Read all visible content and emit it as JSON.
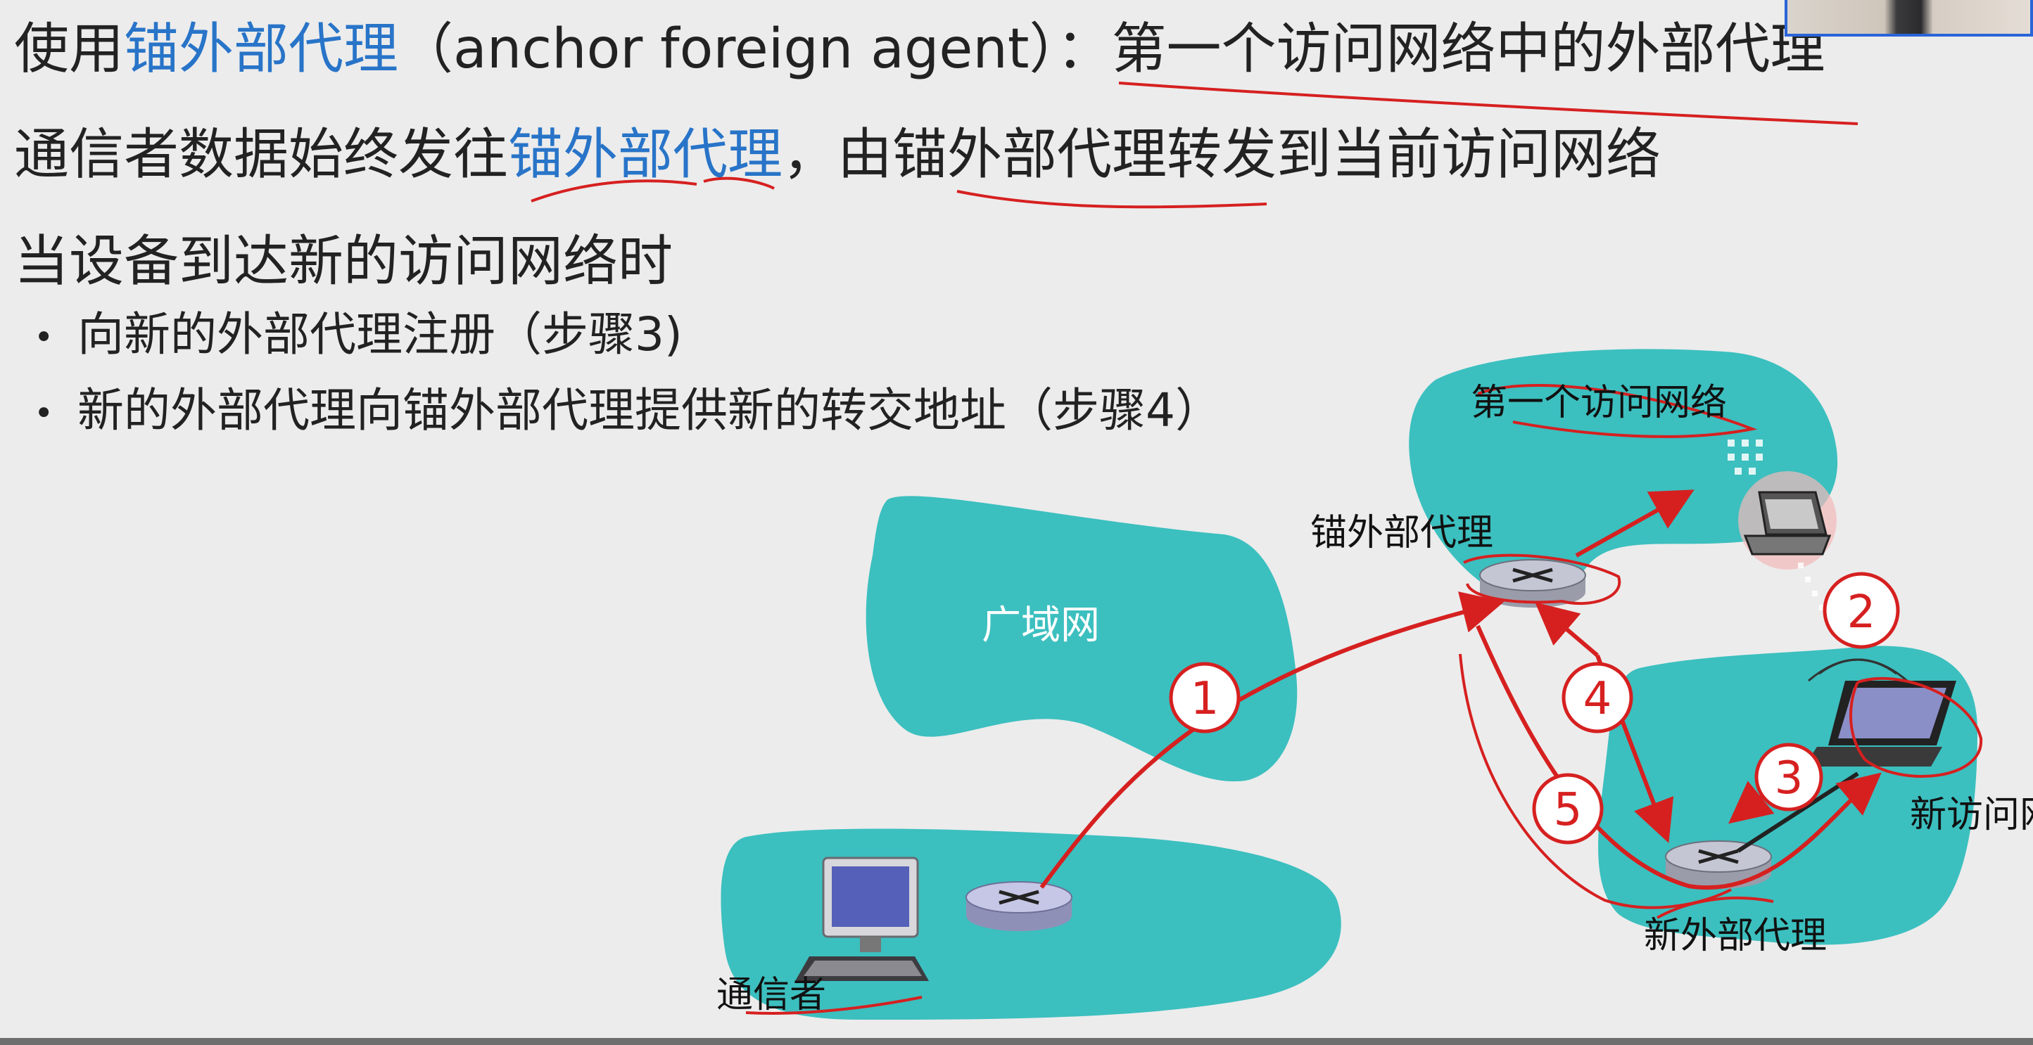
{
  "text": {
    "line1": {
      "prefix": "使用",
      "term": "锚外部代理",
      "suffix": "（anchor foreign agent）：",
      "definition": "第一个访问网络中的外部代理"
    },
    "line2": {
      "prefix": "通信者数据始终发往",
      "term": "锚外部代理",
      "suffix": "，由锚外部代理转发到当前访问网络"
    },
    "line3": "当设备到达新的访问网络时",
    "bullets": [
      "向新的外部代理注册（步骤3)",
      "新的外部代理向锚外部代理提供新的转交地址（步骤4）"
    ],
    "bullet_symbol": "•"
  },
  "diagram": {
    "labels": {
      "wan": "广域网",
      "first_network": "第一个访问网络",
      "anchor_agent": "锚外部代理",
      "new_network": "新访问网",
      "new_agent": "新外部代理",
      "correspondent": "通信者"
    },
    "steps": [
      "1",
      "2",
      "3",
      "4",
      "5"
    ]
  },
  "colors": {
    "highlight": "#2874c8",
    "network_fill": "#3cbfbf",
    "annotation_red": "#d62020",
    "router_fill": "#c4c6d4"
  }
}
